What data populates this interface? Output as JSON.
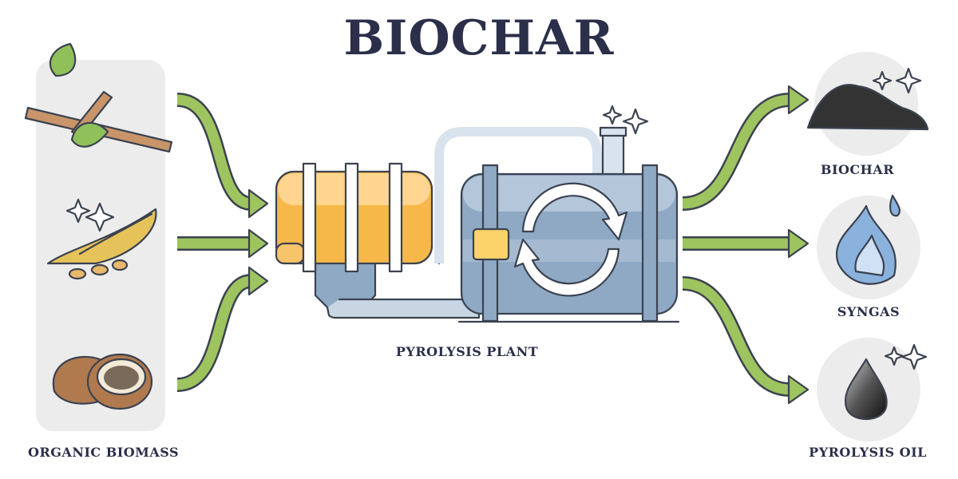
{
  "title": "BIOCHAR",
  "input": {
    "label": "ORGANIC BIOMASS",
    "items": [
      "wood-branch-with-leaves",
      "grain-husk",
      "coconut"
    ]
  },
  "process": {
    "label": "PYROLYSIS PLANT"
  },
  "outputs": [
    {
      "label": "BIOCHAR"
    },
    {
      "label": "SYNGAS"
    },
    {
      "label": "PYROLYSIS OIL"
    }
  ],
  "colors": {
    "title": "#2b2f4a",
    "arrow": "#9dc45f",
    "tank_orange": "#f7b84a",
    "tank_blue": "#8fa9c4",
    "panel": "#ececec"
  }
}
